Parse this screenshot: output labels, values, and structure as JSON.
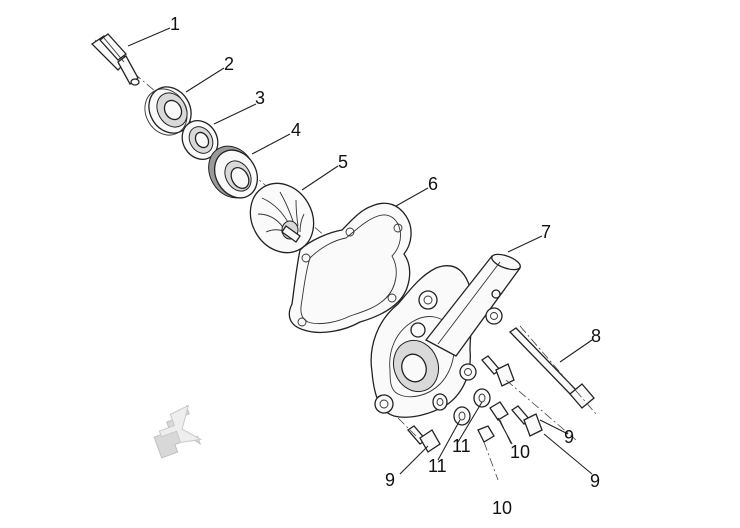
{
  "diagram": {
    "callouts": [
      {
        "id": "c1",
        "label": "1"
      },
      {
        "id": "c2",
        "label": "2"
      },
      {
        "id": "c3",
        "label": "3"
      },
      {
        "id": "c4",
        "label": "4"
      },
      {
        "id": "c5",
        "label": "5"
      },
      {
        "id": "c6",
        "label": "6"
      },
      {
        "id": "c7",
        "label": "7"
      },
      {
        "id": "c8",
        "label": "8"
      },
      {
        "id": "c9a",
        "label": "9"
      },
      {
        "id": "c9b",
        "label": "9"
      },
      {
        "id": "c9c",
        "label": "9"
      },
      {
        "id": "c10a",
        "label": "10"
      },
      {
        "id": "c10b",
        "label": "10"
      },
      {
        "id": "c11a",
        "label": "11"
      },
      {
        "id": "c11b",
        "label": "11"
      }
    ],
    "icons": {
      "direction_arrow": "front-direction-arrow-icon"
    }
  }
}
